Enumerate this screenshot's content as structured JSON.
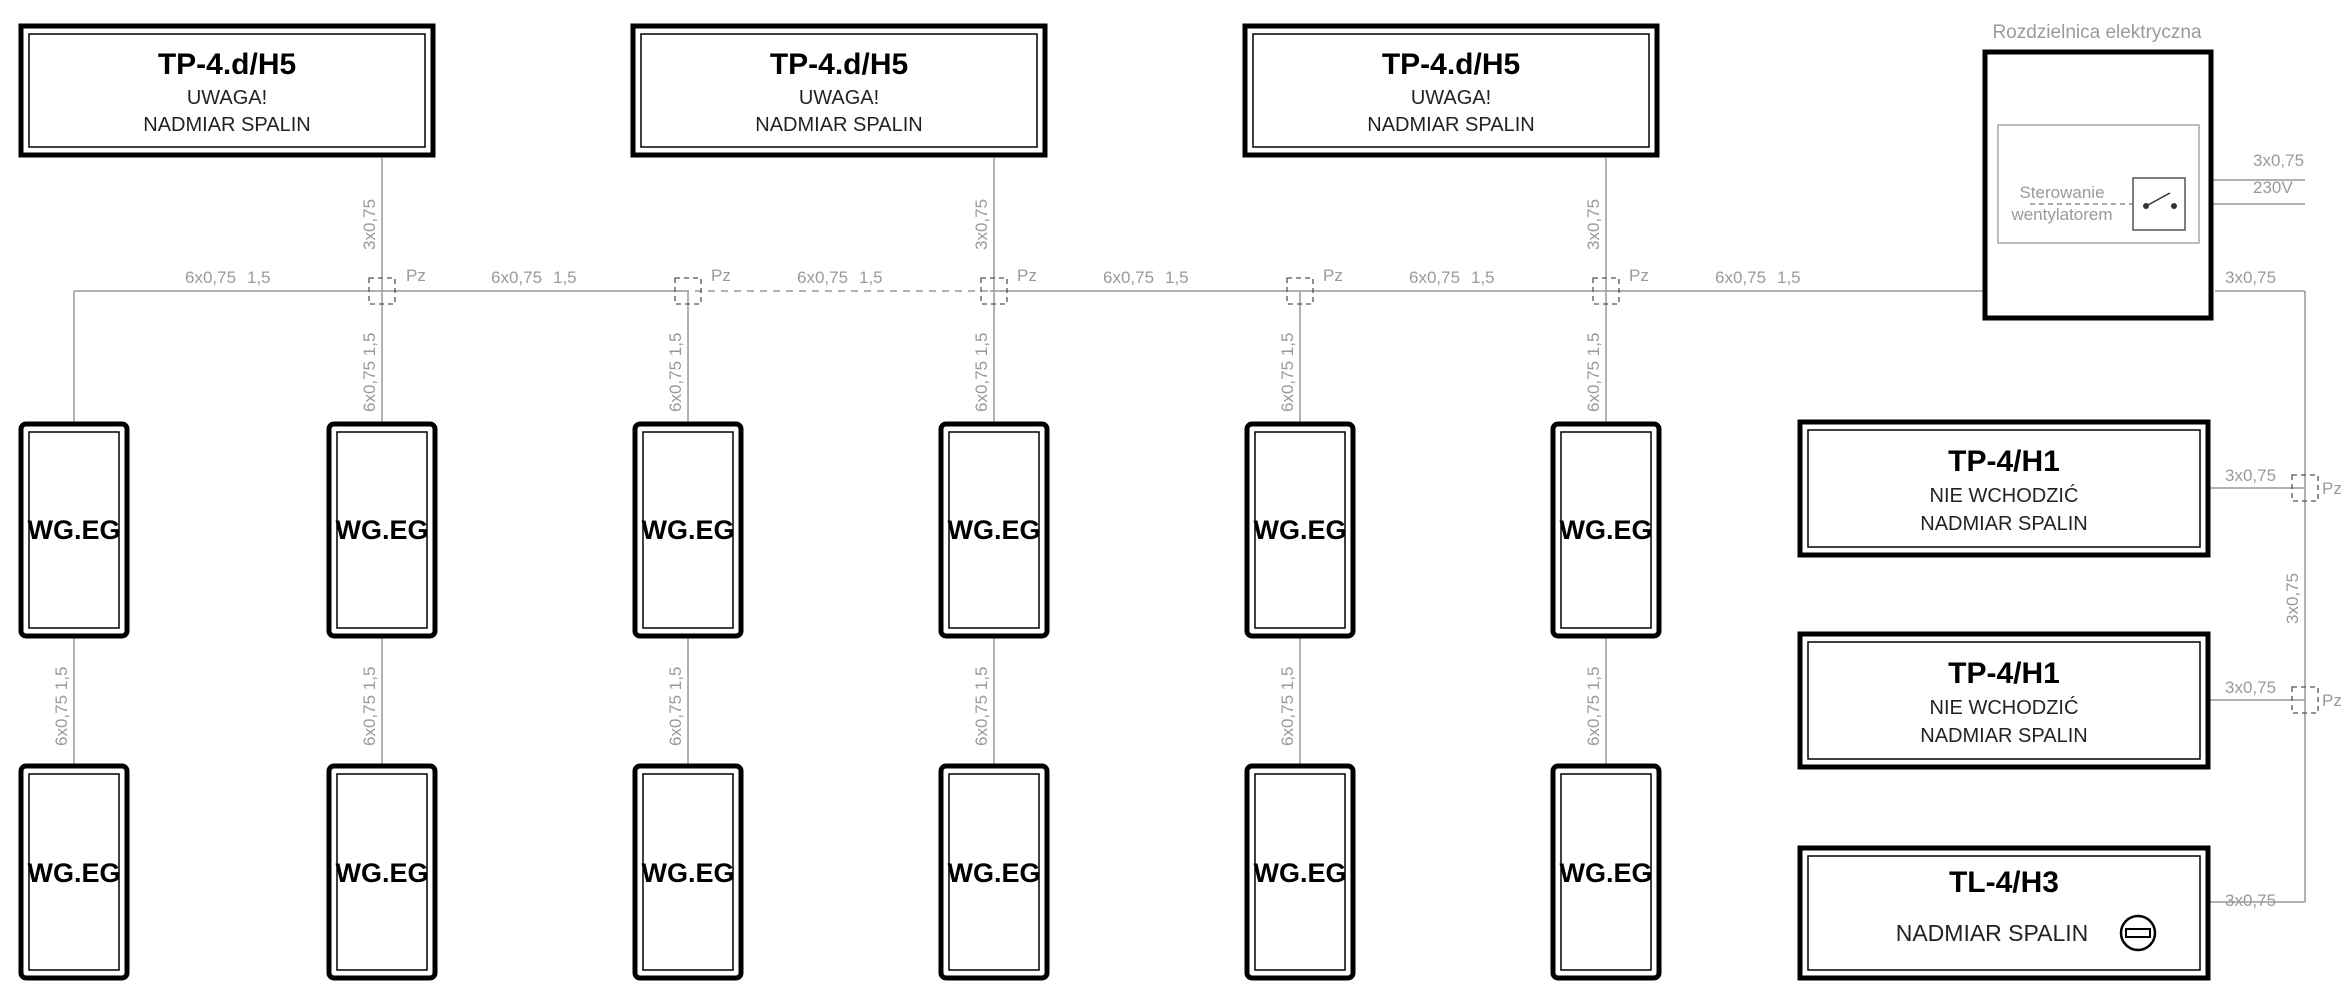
{
  "warning_panels": [
    {
      "code": "TP-4.d/H5",
      "line1": "UWAGA!",
      "line2": "NADMIAR SPALIN"
    },
    {
      "code": "TP-4.d/H5",
      "line1": "UWAGA!",
      "line2": "NADMIAR SPALIN"
    },
    {
      "code": "TP-4.d/H5",
      "line1": "UWAGA!",
      "line2": "NADMIAR SPALIN"
    }
  ],
  "right_panels": [
    {
      "code": "TP-4/H1",
      "line1": "NIE WCHODZIĆ",
      "line2": "NADMIAR SPALIN"
    },
    {
      "code": "TP-4/H1",
      "line1": "NIE WCHODZIĆ",
      "line2": "NADMIAR SPALIN"
    },
    {
      "code": "TL-4/H3",
      "line1": "NADMIAR SPALIN"
    }
  ],
  "detector_label": "WG.EG",
  "switchboard": {
    "title": "Rozdzielnica elektryczna",
    "control_line1": "Sterowanie",
    "control_line2": "wentylatorem",
    "feed_cable": "3x0,75",
    "feed_voltage": "230V"
  },
  "cables": {
    "bus": "6x0,75",
    "bus_size": "1,5",
    "panel_feed": "3x0,75",
    "detector_vertical": "6x0,75 1,5",
    "right_trunk": "3x0,75",
    "right_vertical": "3x0,75"
  },
  "junction_label": "Pz"
}
